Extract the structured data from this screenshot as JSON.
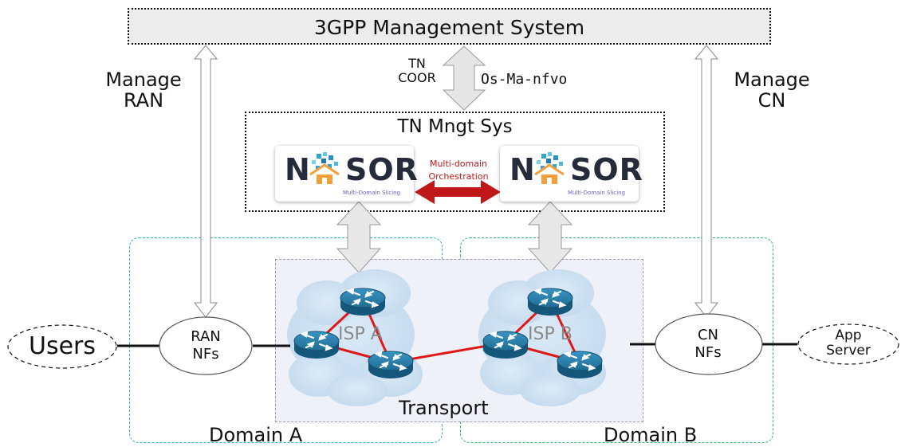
{
  "management_system": {
    "label": "3GPP Management System"
  },
  "interfaces": {
    "manage_ran": [
      "Manage",
      "RAN"
    ],
    "manage_cn": [
      "Manage",
      "CN"
    ],
    "tn_coor": [
      "TN",
      "COOR"
    ],
    "os_ma_nfvo": "Os-Ma-nfvo"
  },
  "tn_mngt_sys": {
    "title": "TN Mngt Sys",
    "logo_left": {
      "n": "N",
      "sor": "SOR",
      "subtitle": "Multi-Domain Slicing"
    },
    "logo_right": {
      "n": "N",
      "sor": "SOR",
      "subtitle": "Multi-Domain Slicing"
    },
    "orchestration_label": [
      "Multi-domain",
      "Orchestration"
    ]
  },
  "nodes": {
    "users": "Users",
    "ran_nfs": [
      "RAN",
      "NFs"
    ],
    "cn_nfs": [
      "CN",
      "NFs"
    ],
    "app_server": [
      "App",
      "Server"
    ]
  },
  "network": {
    "isp_a": "ISP A",
    "isp_b": "ISP B",
    "transport": "Transport"
  },
  "domains": {
    "domain_a": "Domain A",
    "domain_b": "Domain B"
  },
  "colors": {
    "orchestration_arrow": "#c01818",
    "links": "#e01818",
    "domain_a_border": "#2ab1c6",
    "domain_b_border": "#2fb56a",
    "router": "#2a7fa8"
  }
}
